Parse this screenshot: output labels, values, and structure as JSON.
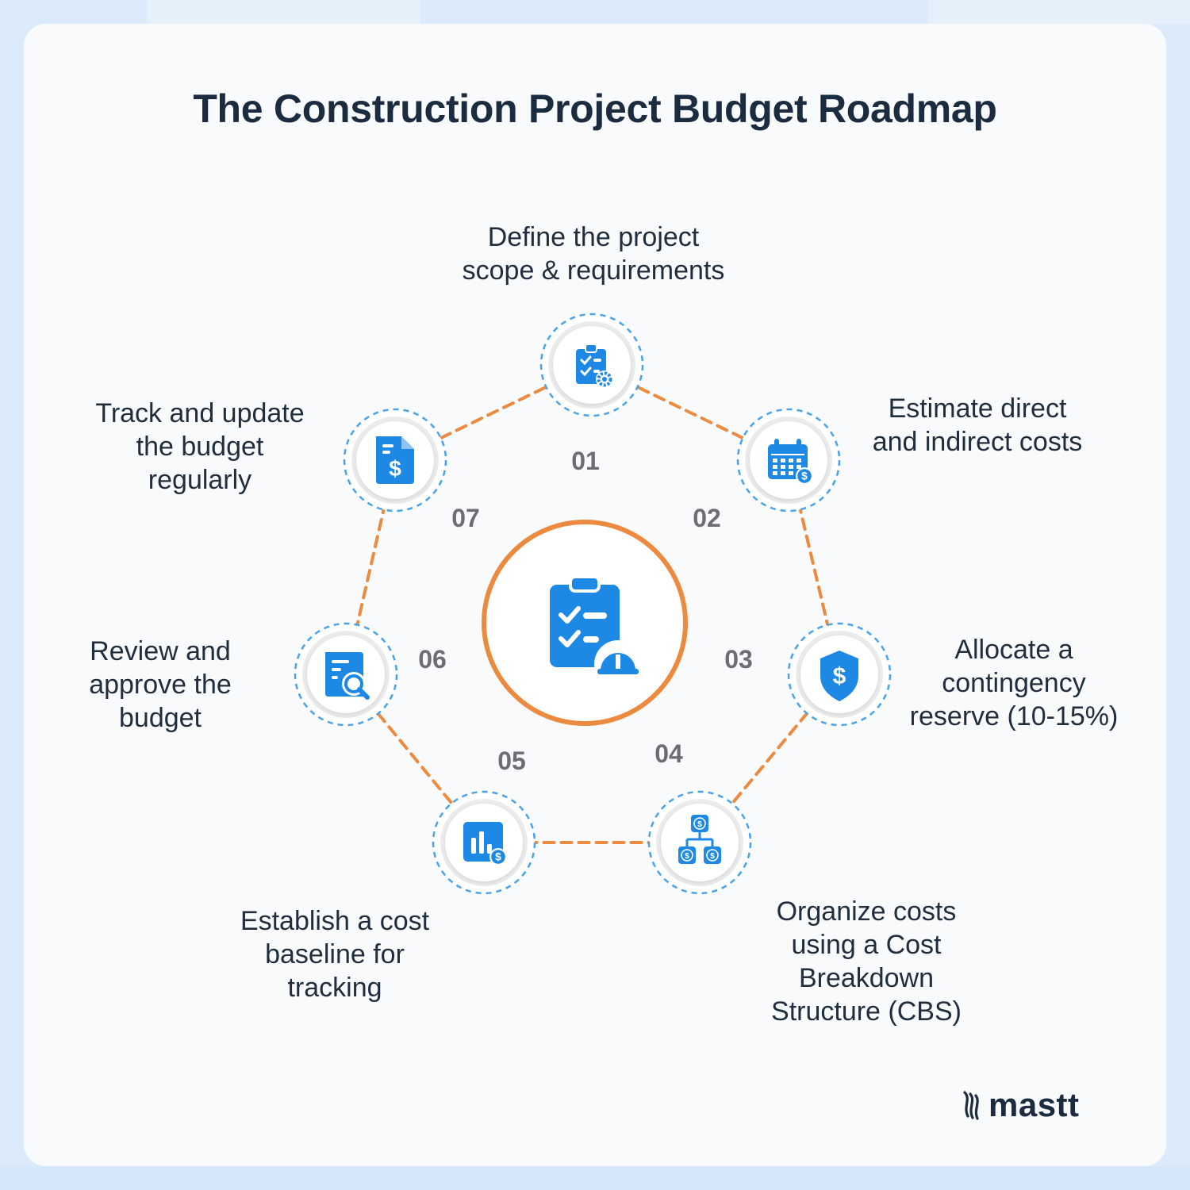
{
  "title": "The Construction Project Budget Roadmap",
  "center_icon": "clipboard-hardhat-icon",
  "colors": {
    "accent_orange": "#ec8a3f",
    "icon_blue": "#1e88e5",
    "dash_blue": "#4aa3e8",
    "text_dark": "#1b2b40",
    "number_gray": "#6b6f73"
  },
  "steps": [
    {
      "number": "01",
      "label": [
        "Define the project",
        "scope & requirements"
      ],
      "icon": "clipboard-checklist-gear-icon"
    },
    {
      "number": "02",
      "label": [
        "Estimate direct",
        "and indirect costs"
      ],
      "icon": "calendar-dollar-icon"
    },
    {
      "number": "03",
      "label": [
        "Allocate a",
        "contingency",
        "reserve (10-15%)"
      ],
      "icon": "shield-dollar-icon"
    },
    {
      "number": "04",
      "label": [
        "Organize costs",
        "using a Cost",
        "Breakdown",
        "Structure (CBS)"
      ],
      "icon": "hierarchy-dollar-icon"
    },
    {
      "number": "05",
      "label": [
        "Establish a cost",
        "baseline for",
        "tracking"
      ],
      "icon": "bar-chart-dollar-icon"
    },
    {
      "number": "06",
      "label": [
        "Review and",
        "approve the",
        "budget"
      ],
      "icon": "document-search-icon"
    },
    {
      "number": "07",
      "label": [
        "Track and update",
        "the budget",
        "regularly"
      ],
      "icon": "document-dollar-icon"
    }
  ],
  "logo": {
    "text": "mastt"
  }
}
